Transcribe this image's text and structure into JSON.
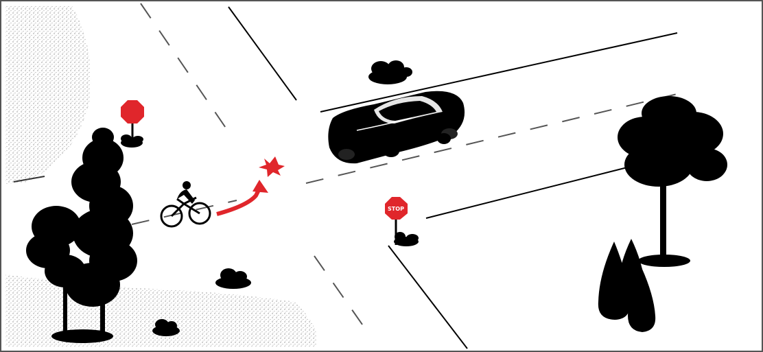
{
  "scene": {
    "colors": {
      "background": "#ffffff",
      "ink": "#000000",
      "accent_red": "#e0262b",
      "stipple": "#9a9a9a"
    },
    "signs": [
      {
        "name": "stop-sign-left",
        "text": ""
      },
      {
        "name": "stop-sign-center",
        "text": "STOP"
      }
    ],
    "elements": [
      "bicyclist",
      "black-car",
      "turn-arrow",
      "yield-marker",
      "trees",
      "shrubs"
    ]
  }
}
